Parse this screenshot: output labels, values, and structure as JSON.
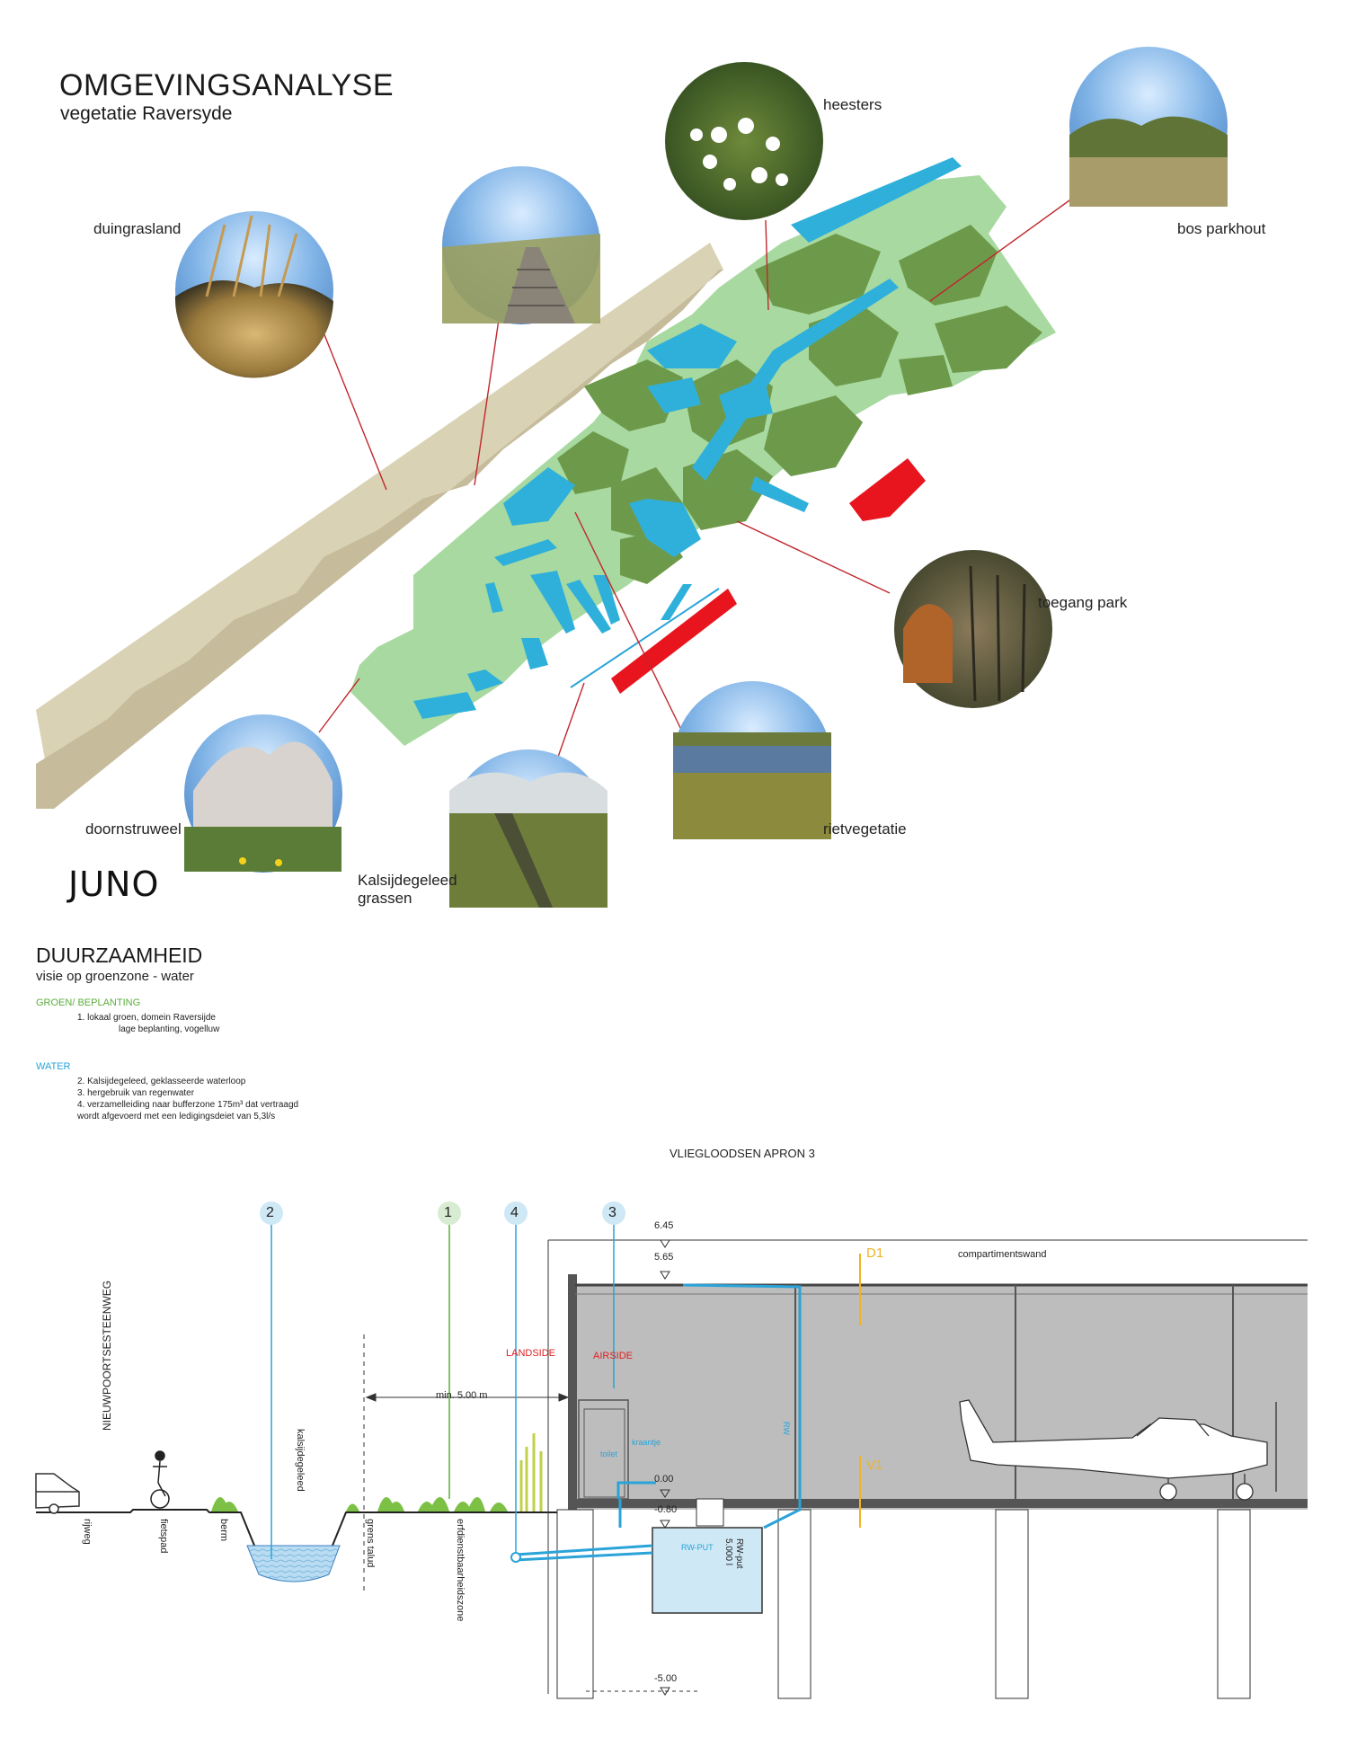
{
  "analysis": {
    "title": "OMGEVINGSANALYSE",
    "subtitle": "vegetatie Raversyde",
    "labels": {
      "duingrasland": "duingrasland",
      "heesters": "heesters",
      "bos_parkhout": "bos parkhout",
      "toegang_park": "toegang park",
      "rietvegetatie": "rietvegetatie",
      "doornstruweel": "doornstruweel",
      "kalsijdegeleed_1": "Kalsijdegeleed",
      "kalsijdegeleed_2": "grassen"
    },
    "logo": "JUNO"
  },
  "sustainability": {
    "title": "DUURZAAMHEID",
    "subtitle": "visie op groenzone - water",
    "green_heading": "GROEN/ BEPLANTING",
    "green_items": [
      "1. lokaal groen, domein Raversijde",
      "lage beplanting, vogelluw"
    ],
    "water_heading": "WATER",
    "water_items": [
      "2. Kalsijdegeleed, geklasseerde waterloop",
      "3. hergebruik van regenwater",
      "4. verzamelleiding naar bufferzone 175m³ dat vertraagd",
      "wordt afgevoerd met een ledigingsdeiet van 5,3l/s"
    ]
  },
  "section": {
    "title": "VLIEGLOODSEN APRON 3",
    "markers": [
      "2",
      "1",
      "4",
      "3"
    ],
    "levels": {
      "l645": "6.45",
      "l565": "5.65",
      "l000": "0.00",
      "lm080": "-0.80",
      "lm500": "-5.00"
    },
    "compartiment": "compartimentswand",
    "landside": "LANDSIDE",
    "airside": "AIRSIDE",
    "min_distance": "min. 5.00 m",
    "road": "NIEUWPOORTSESTEENWEG",
    "ground_labels": {
      "rijweg": "rijweg",
      "fietspad": "fietspad",
      "berm": "berm",
      "kalsijdegeleed": "kalsijdegeleed",
      "grens_talud": "grens talud",
      "erfdienstbaarheidszone": "erfdienstbaarheidszone"
    },
    "toilet": "toilet",
    "kraantje": "kraantje",
    "rw": "RW",
    "rw_put": "RW-PUT",
    "rw_put_vol_1": "RW-put",
    "rw_put_vol_2": "5.000 l",
    "d1": "D1",
    "v1": "V1"
  },
  "colors": {
    "dune": "#d9d2b4",
    "dune_dark": "#c6bc9c",
    "light_green": "#a8d9a0",
    "dark_green": "#6d9a4a",
    "water": "#2fb0da",
    "red": "#e8141e",
    "leader": "#c0272d",
    "section_fill": "#bdbdbd",
    "section_blue": "#2aa3d8",
    "marker_blue_bg": "#cfe8f5",
    "marker_green_bg": "#d7ecd2",
    "orange": "#f0b323"
  }
}
